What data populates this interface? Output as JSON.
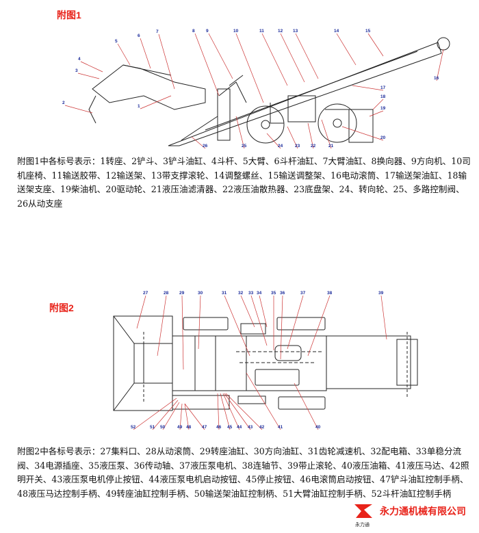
{
  "figure1": {
    "title": "附图1",
    "callouts": [
      "1",
      "2",
      "3",
      "4",
      "5",
      "6",
      "7",
      "8",
      "9",
      "10",
      "11",
      "12",
      "13",
      "14",
      "15",
      "16",
      "17",
      "18",
      "19",
      "20",
      "21",
      "22",
      "23",
      "24",
      "25",
      "26"
    ],
    "description": "附图1中各标号表示：1转座、2铲斗、3铲斗油缸、4斗杆、5大臂、6斗杆油缸、7大臂油缸、8换向器、9方向机、10司机座椅、11输送胶带、12输送架、13带支撑滚轮、14调整螺丝、15输送调整架、16电动滚筒、17输送架油缸、18输送架支座、19柴油机、20驱动轮、21液压油滤清器、22液压油散热器、23底盘架、24、转向轮、25、多路控制阀、26从动支座"
  },
  "figure2": {
    "title": "附图2",
    "callouts": [
      "27",
      "28",
      "29",
      "30",
      "31",
      "32",
      "33",
      "34",
      "35",
      "36",
      "37",
      "38",
      "39",
      "40",
      "41",
      "42",
      "43",
      "44",
      "45",
      "46",
      "47",
      "48",
      "49",
      "50",
      "51",
      "52"
    ],
    "description": "附图2中各标号表示：27集料口、28从动滚筒、29转座油缸、30方向油缸、31齿轮减速机、32配电箱、33单稳分流阀、34电源插座、35液压泵、36传动轴、37液压泵电机、38连轴节、39带止滚轮、40液压油箱、41液压马达、42照明开关、43液压泵电机停止按钮、44液压泵电机启动按钮、45停止按钮、46电滚筒启动按钮、47铲斗油缸控制手柄、48液压马达控制手柄、49转座油缸控制手柄、50输送架油缸控制柄、51大臂油缸控制手柄、52斗杆油缸控制手柄"
  },
  "footer": {
    "company": "永力通机械有限公司",
    "logo_text": "永力通",
    "brand_color": "#e8231a"
  }
}
